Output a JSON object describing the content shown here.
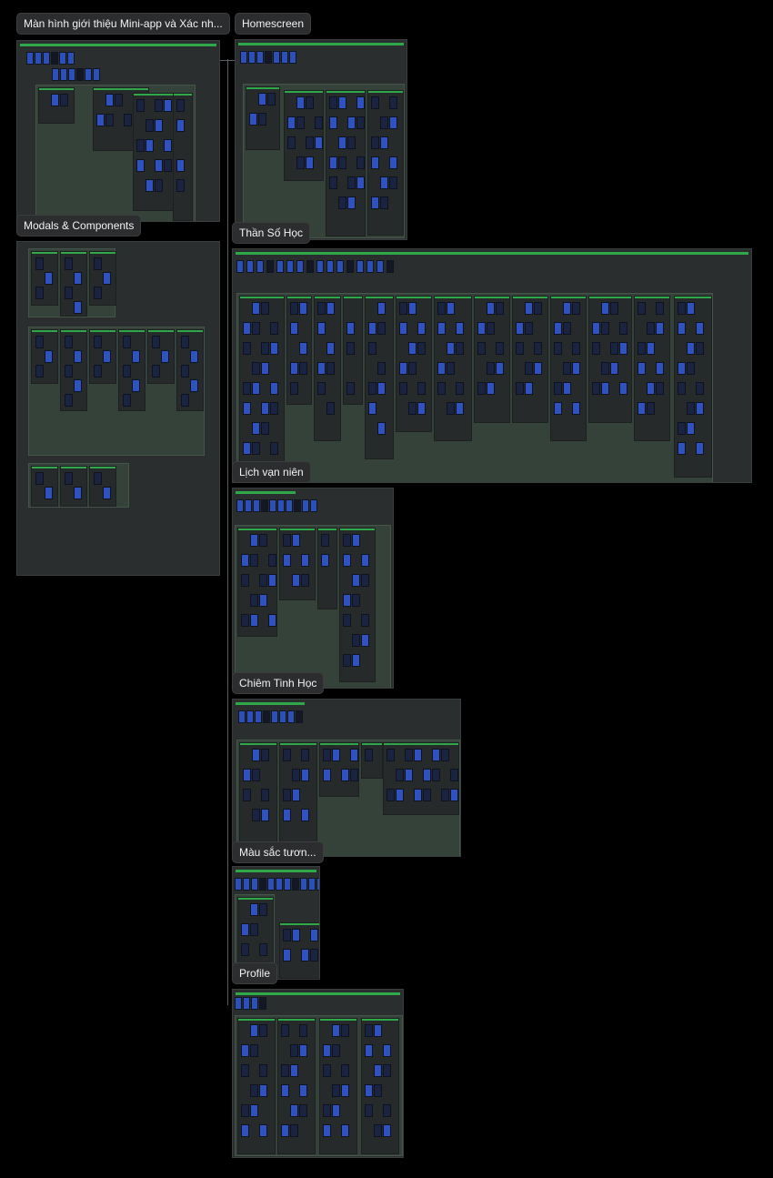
{
  "canvas": {
    "sections": [
      {
        "id": "intro",
        "title": "Màn hình giới thiệu Mini-app và Xác nh..."
      },
      {
        "id": "home",
        "title": "Homescreen"
      },
      {
        "id": "modals",
        "title": "Modals & Components"
      },
      {
        "id": "numerology",
        "title": "Thần Số Học"
      },
      {
        "id": "calendar",
        "title": "Lịch vạn niên"
      },
      {
        "id": "astrology",
        "title": "Chiêm Tinh Học"
      },
      {
        "id": "colors",
        "title": "Màu sắc tươn..."
      },
      {
        "id": "profile",
        "title": "Profile"
      }
    ]
  },
  "colors": {
    "accent": "#2fa84a",
    "panel": "#2b2e2f",
    "inner": "#34423a",
    "screen": "#2d4fb8"
  }
}
